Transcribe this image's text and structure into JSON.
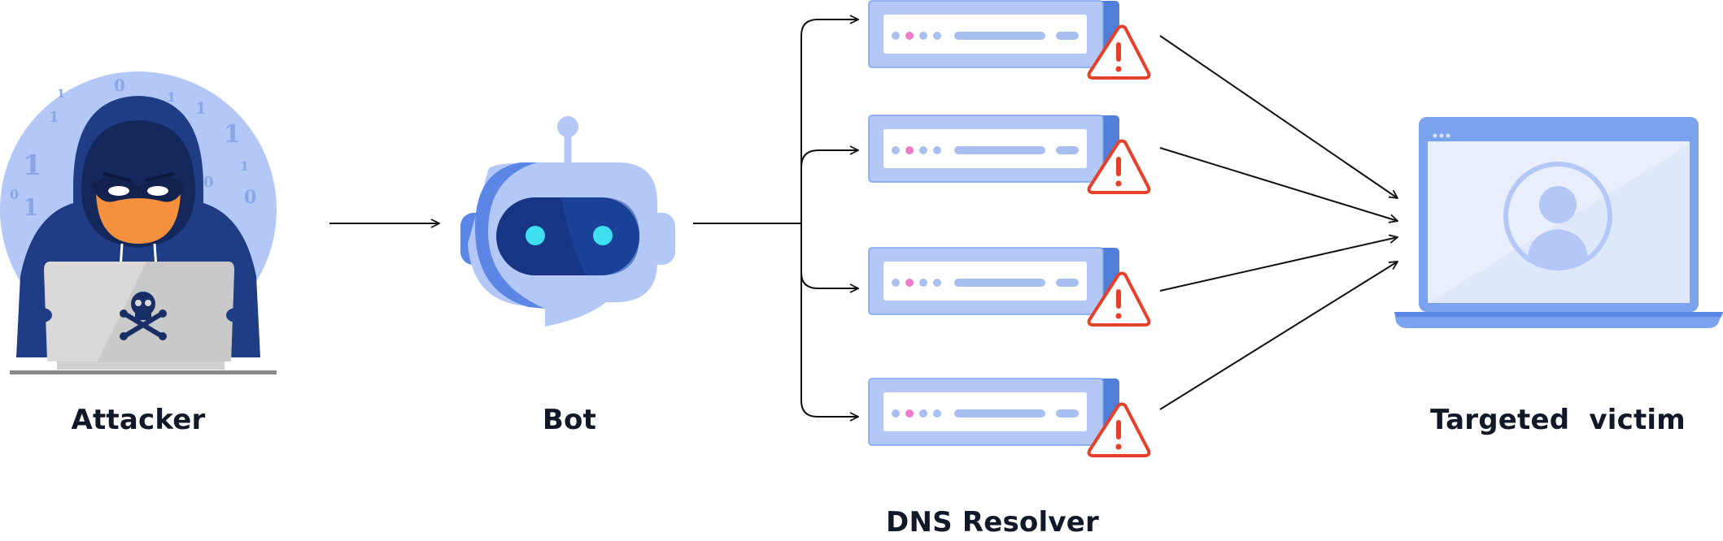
{
  "labels": {
    "attacker": "Attacker",
    "bot": "Bot",
    "resolver": "DNS Resolver",
    "victim": "Targeted  victim"
  },
  "resolver_count": 4,
  "colors": {
    "navy": "#1e3a7a",
    "light_blue": "#b4c8f7",
    "mid_blue": "#7ba2ef",
    "bright_blue": "#5b86e5",
    "alert_red": "#e5402a",
    "cyan_eye": "#3ee0f0",
    "skin": "#f5913e"
  },
  "icons": [
    "hacker-icon",
    "robot-icon",
    "server-icon",
    "warning-icon",
    "laptop-user-icon"
  ]
}
